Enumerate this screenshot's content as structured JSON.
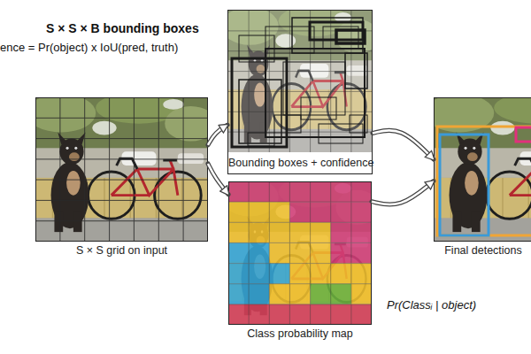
{
  "diagram": {
    "nodes": [
      {
        "text": [
          "S × S grid on input"
        ]
      },
      {
        "text": [
          "Bounding boxes + confidence"
        ]
      },
      {
        "text": [
          "Class probability map"
        ]
      },
      {
        "text": [
          "Final detections"
        ]
      }
    ],
    "edges": [
      {
        "from": 0,
        "to": 1,
        "arrow": "to"
      },
      {
        "from": 0,
        "to": 2,
        "arrow": "to"
      },
      {
        "from": 1,
        "to": 3,
        "arrow": "to"
      },
      {
        "from": 2,
        "to": 3,
        "arrow": "to"
      }
    ],
    "labels": [
      "S × S × B bounding boxes",
      "ence = Pr(object) x IoU(pred, truth)",
      "Pr(Classᵢ | object)"
    ]
  }
}
